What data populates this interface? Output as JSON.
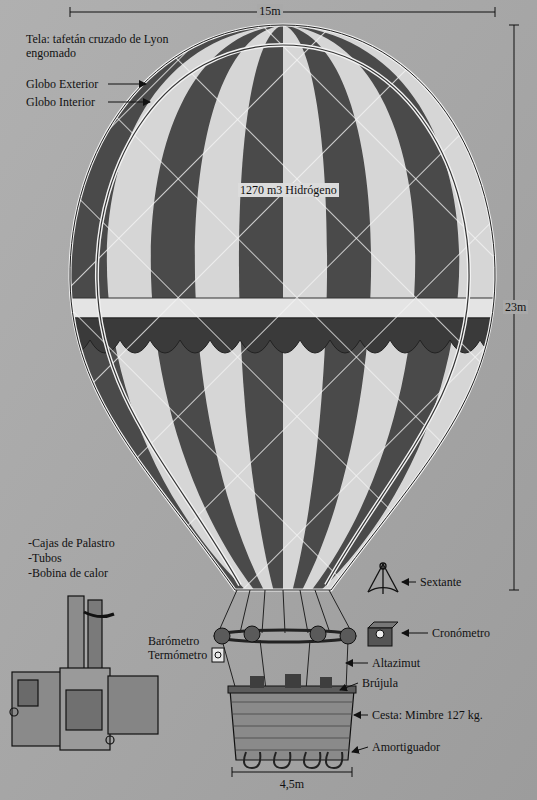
{
  "diagram": {
    "labels": [
      "15m",
      "Tela: tafetán cruzado de Lyon engomado",
      "Globo Exterior",
      "Globo Interior",
      "1270 m3 Hidrógeno",
      "23m",
      "-Cajas de Palastro",
      "-Tubos",
      "-Bobina de calor",
      "Sextante",
      "Barómetro",
      "Termómetro",
      "Cronómetro",
      "Altazimut",
      "Brújula",
      "Cesta: Mimbre 127 kg.",
      "Amortiguador",
      "4,5m"
    ]
  }
}
